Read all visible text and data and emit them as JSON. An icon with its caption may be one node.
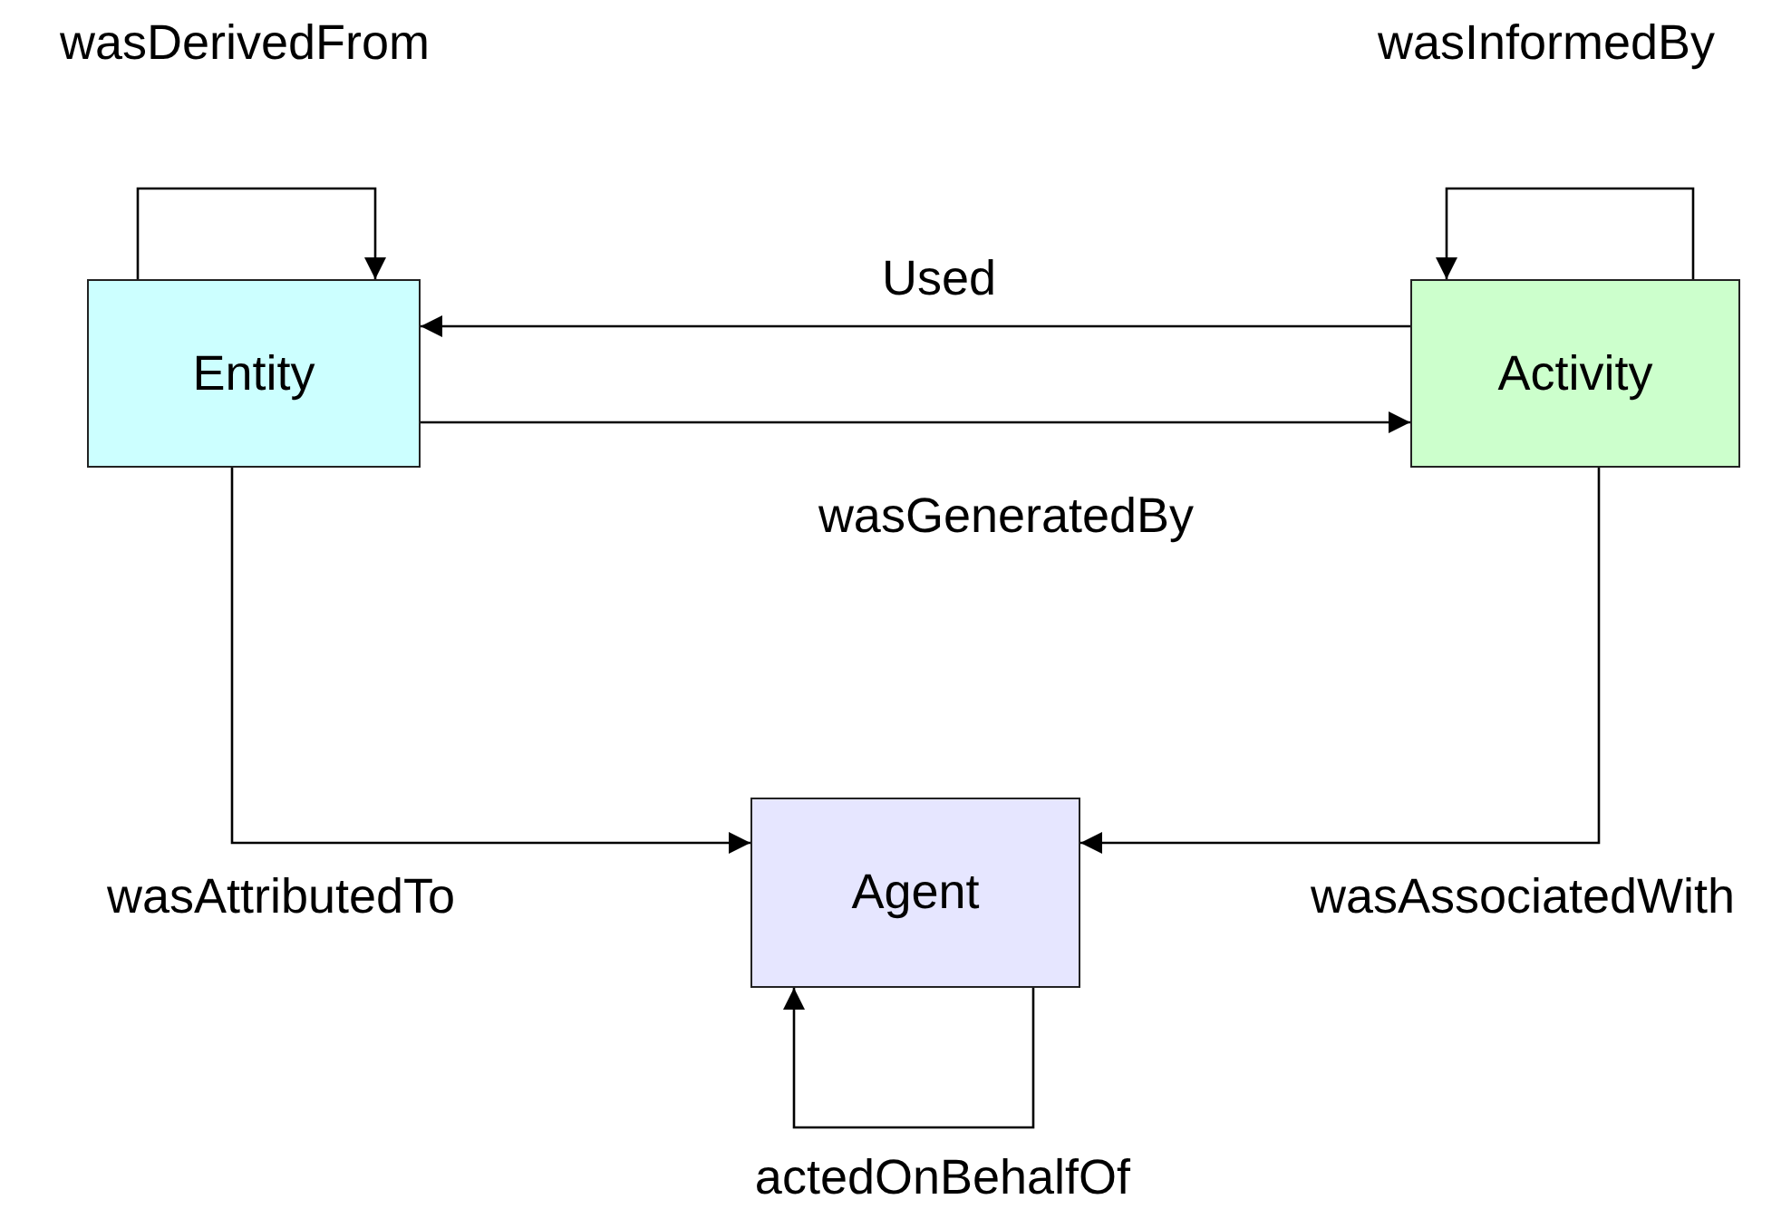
{
  "diagram": {
    "nodes": [
      {
        "text": [
          "Entity"
        ]
      },
      {
        "text": [
          "Activity"
        ]
      },
      {
        "text": [
          "Agent"
        ]
      }
    ],
    "edges": [
      {
        "from": 0,
        "to": 0,
        "arrow": "to",
        "label": "wasDerivedFrom"
      },
      {
        "from": 1,
        "to": 0,
        "arrow": "to",
        "label": "Used"
      },
      {
        "from": 0,
        "to": 1,
        "arrow": "to",
        "label": "wasGeneratedBy"
      },
      {
        "from": 1,
        "to": 1,
        "arrow": "to",
        "label": "wasInformedBy"
      },
      {
        "from": 0,
        "to": 2,
        "arrow": "to",
        "label": "wasAttributedTo"
      },
      {
        "from": 1,
        "to": 2,
        "arrow": "to",
        "label": "wasAssociatedWith"
      },
      {
        "from": 2,
        "to": 2,
        "arrow": "to",
        "label": "actedOnBehalfOf"
      }
    ]
  }
}
